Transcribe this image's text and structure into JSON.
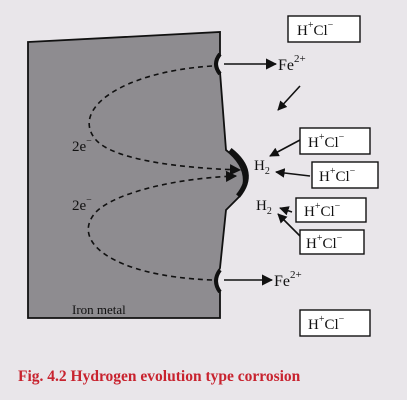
{
  "metal_label": "Iron metal",
  "electron_labels": [
    "2e",
    "2e"
  ],
  "electron_sup": "−",
  "fe_labels": [
    {
      "base": "Fe",
      "sup": "2+"
    },
    {
      "base": "Fe",
      "sup": "2+"
    }
  ],
  "h2_labels": [
    {
      "base": "H",
      "sub": "2"
    },
    {
      "base": "H",
      "sub": "2"
    }
  ],
  "acid_boxes": [
    {
      "h": "H",
      "hs": "+",
      "cl": "Cl",
      "cls": "−"
    },
    {
      "h": "H",
      "hs": "+",
      "cl": "Cl",
      "cls": "−"
    },
    {
      "h": "H",
      "hs": "+",
      "cl": "Cl",
      "cls": "−"
    },
    {
      "h": "H",
      "hs": "+",
      "cl": "Cl",
      "cls": "−"
    },
    {
      "h": "H",
      "hs": "+",
      "cl": "Cl",
      "cls": "−"
    },
    {
      "h": "H",
      "hs": "+",
      "cl": "Cl",
      "cls": "−"
    }
  ],
  "caption": "Fig. 4.2 Hydrogen evolution type corrosion",
  "colors": {
    "metal_fill": "#8e8c90",
    "caption": "#c8232f",
    "ink": "#111111",
    "background": "#e9e6ea"
  }
}
